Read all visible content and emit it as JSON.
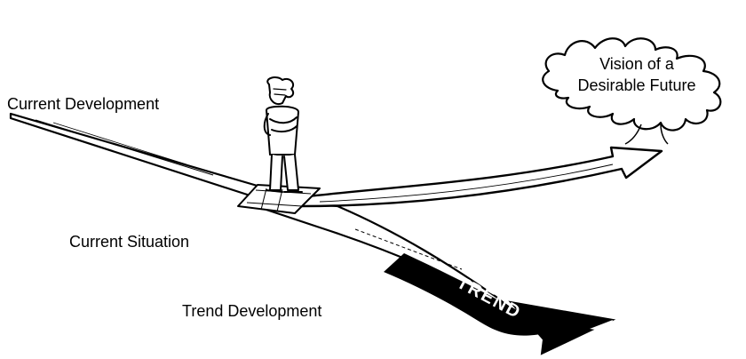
{
  "labels": {
    "current_development": "Current Development",
    "current_situation": "Current Situation",
    "trend_development": "Trend Development"
  },
  "cloud": {
    "line1": "Vision of a",
    "line2": "Desirable Future"
  },
  "arrow_text": "TREND",
  "colors": {
    "ink": "#000000",
    "paper": "#ffffff"
  }
}
